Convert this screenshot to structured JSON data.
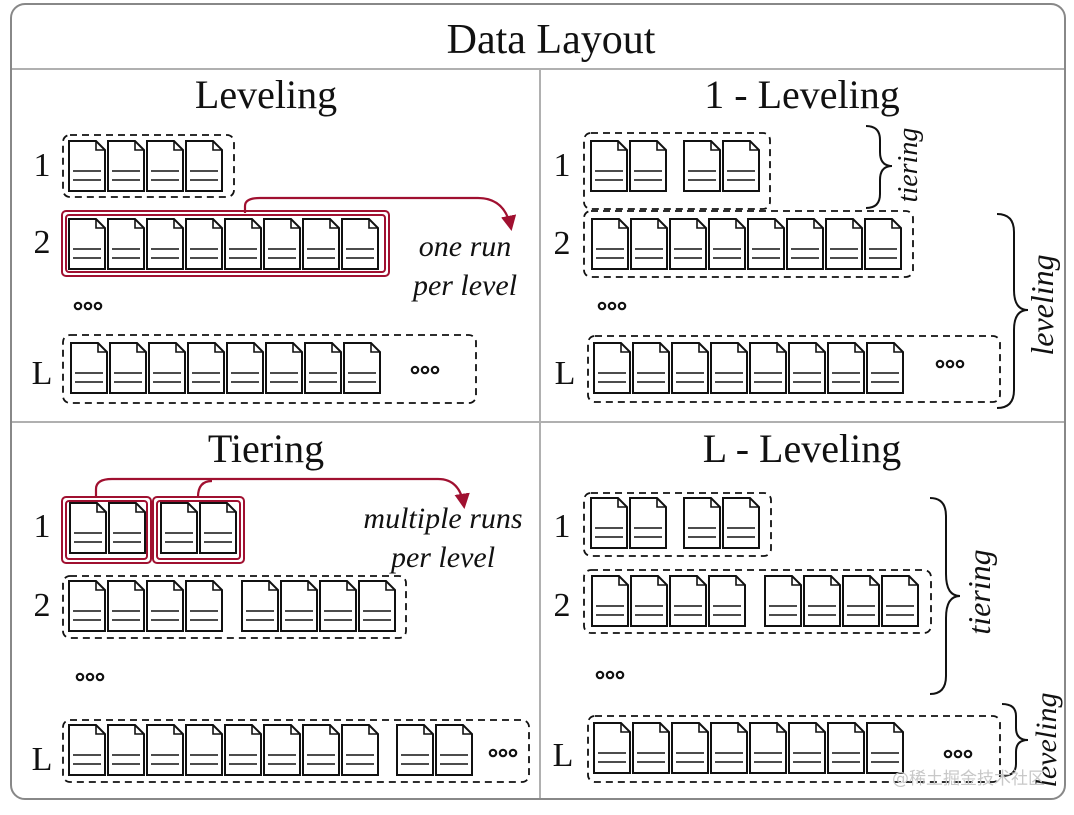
{
  "title": "Data Layout",
  "panels": {
    "leveling": {
      "title": "Leveling",
      "labels": [
        "1",
        "2",
        "L"
      ],
      "annotation_line1": "one run",
      "annotation_line2": "per level"
    },
    "one_leveling": {
      "title": "1 - Leveling",
      "labels": [
        "1",
        "2",
        "L"
      ],
      "brace_tiering": "tiering",
      "brace_leveling": "leveling"
    },
    "tiering": {
      "title": "Tiering",
      "labels": [
        "1",
        "2",
        "L"
      ],
      "annotation_line1": "multiple runs",
      "annotation_line2": "per level"
    },
    "l_leveling": {
      "title": "L - Leveling",
      "labels": [
        "1",
        "2",
        "L"
      ],
      "brace_tiering": "tiering",
      "brace_leveling": "leveling"
    }
  },
  "watermark": "@稀土掘金技术社区",
  "colors": {
    "accent": "#a01030",
    "border": "#888888",
    "ink": "#111111"
  }
}
